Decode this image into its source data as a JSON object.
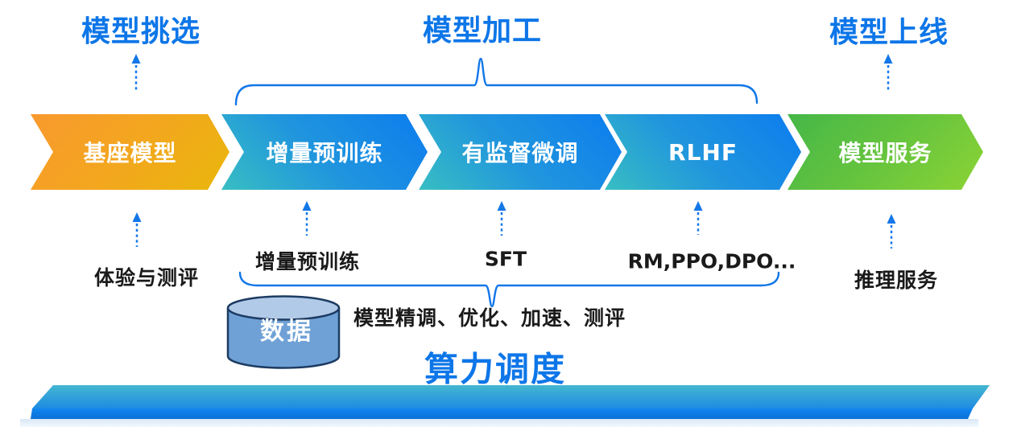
{
  "phases": {
    "select": "模型挑选",
    "process": "模型加工",
    "launch": "模型上线"
  },
  "stages": [
    {
      "label": "基座模型",
      "annotation": "体验与测评"
    },
    {
      "label": "增量预训练",
      "annotation": "增量预训练"
    },
    {
      "label": "有监督微调",
      "annotation": "SFT"
    },
    {
      "label": "RLHF",
      "annotation": "RM,PPO,DPO..."
    },
    {
      "label": "模型服务",
      "annotation": "推理服务"
    }
  ],
  "cylinder": {
    "label": "数据"
  },
  "process_note": "模型精调、优化、加速、测评",
  "platform": {
    "label": "算力调度"
  },
  "icons": {
    "up_arrow": "dashed-up-arrow",
    "brace_top": "curly-brace-up",
    "brace_bottom": "curly-brace-down"
  },
  "colors": {
    "accent_blue": "#0D76E8",
    "arrow_blue": "#1377E8",
    "chevron_orange_start": "#F9992F",
    "chevron_orange_end": "#E9B70B",
    "chevron_blue_start": "#0F80EC",
    "chevron_blue_end": "#38BEC2",
    "chevron_green_start": "#45B748",
    "chevron_green_end": "#8CD434",
    "chevron_text": "#FFFFFF",
    "annotation_text": "#1A1A1A",
    "cylinder_body": "#6FA1D6",
    "cylinder_top": "#B0CAE8",
    "cylinder_border": "#1D3B62",
    "platform_top_start": "#44B7D0",
    "platform_top_end": "#1F8BE2",
    "platform_front": "#0F82EC"
  }
}
